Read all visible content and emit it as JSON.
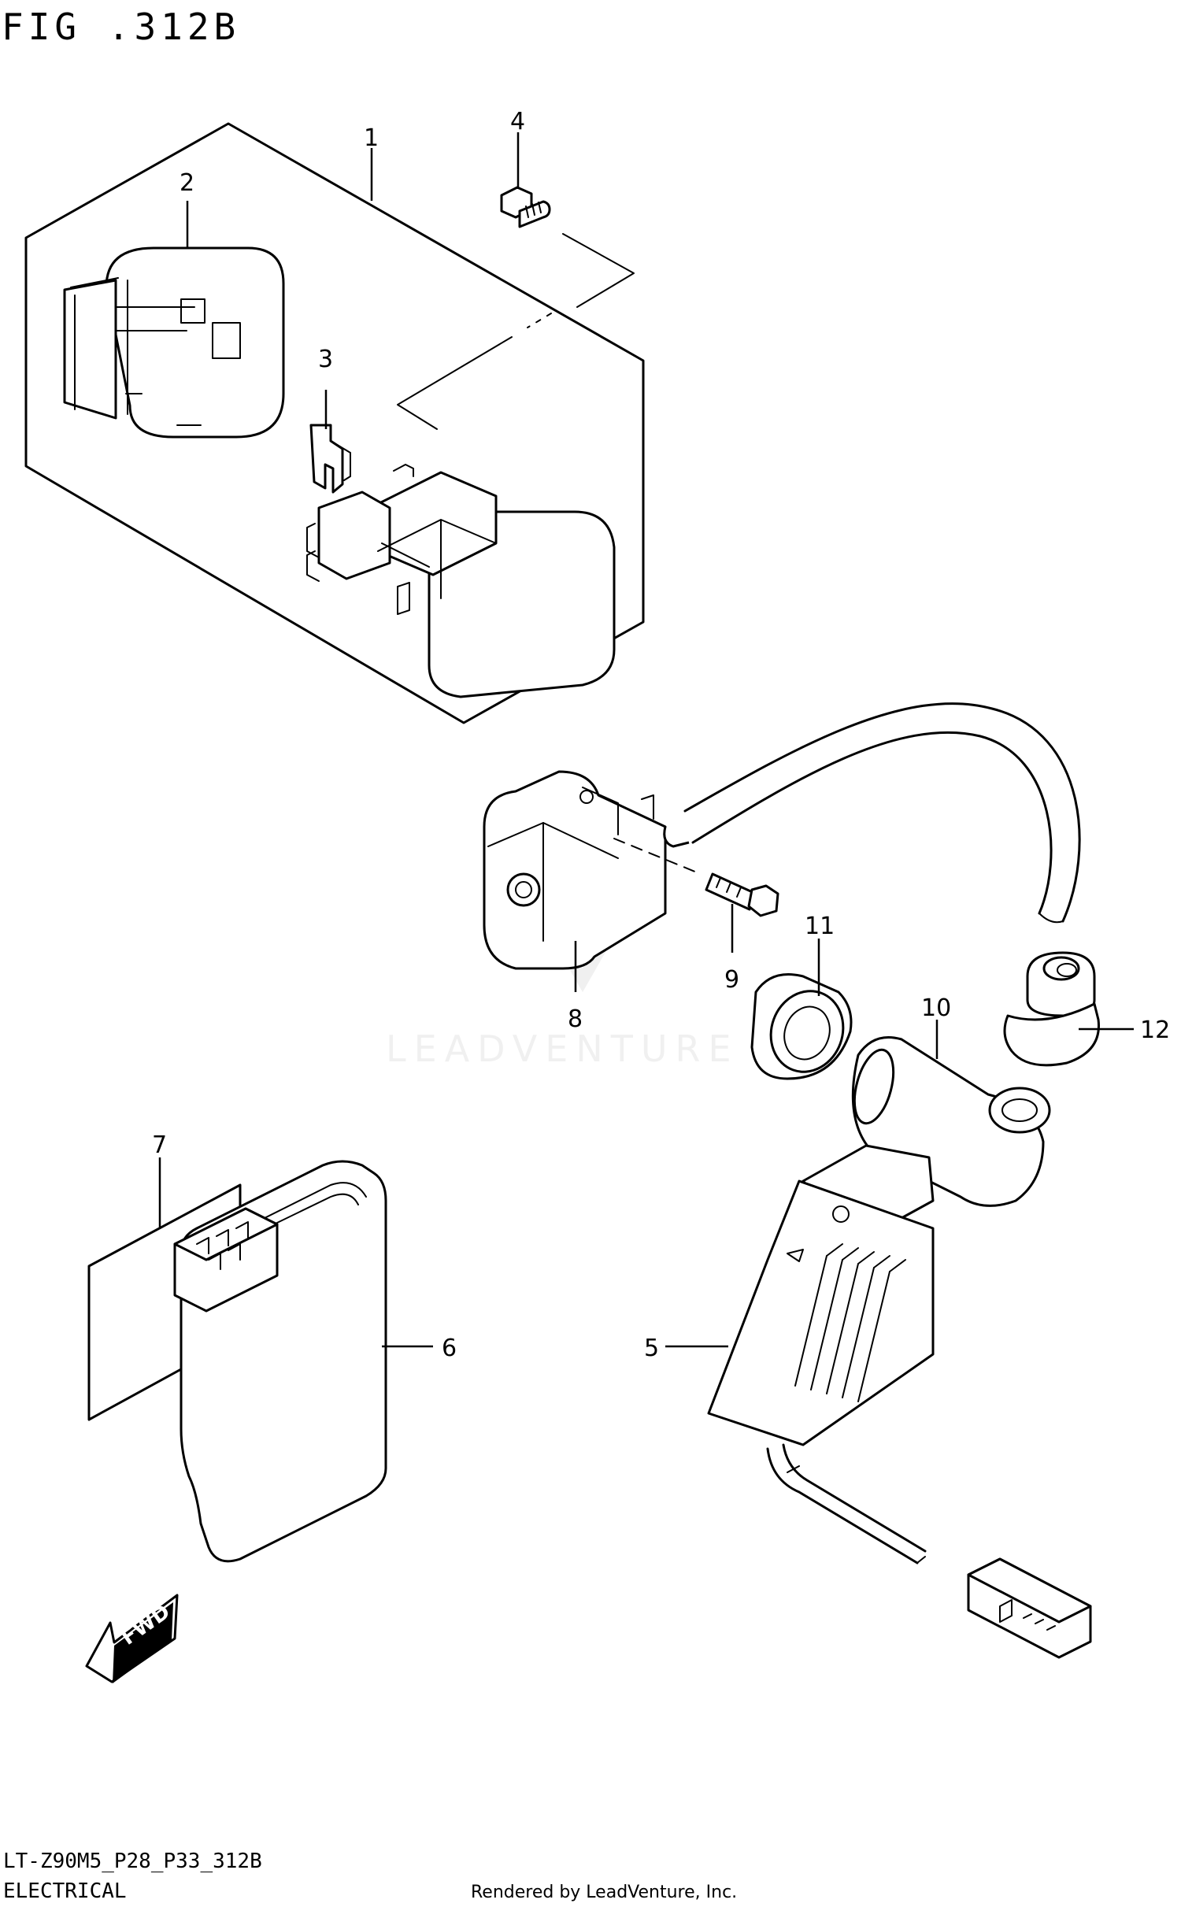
{
  "figure": {
    "title": "FIG .312B",
    "model_code": "LT-Z90M5_P28_P33_312B",
    "section_name": "ELECTRICAL",
    "credit": "Rendered by LeadVenture, Inc.",
    "watermark": "LEADVENTURE",
    "fwd_label": "FWD"
  },
  "callouts": [
    "1",
    "2",
    "3",
    "4",
    "5",
    "6",
    "7",
    "8",
    "9",
    "10",
    "11",
    "12"
  ],
  "parts": [
    {
      "name": "part-1-relay-assembly",
      "callout": "1"
    },
    {
      "name": "part-2-relay-cover",
      "callout": "2"
    },
    {
      "name": "part-3-fuse",
      "callout": "3"
    },
    {
      "name": "part-4-screw",
      "callout": "4"
    },
    {
      "name": "part-5-regulator",
      "callout": "5"
    },
    {
      "name": "part-6-cdi-unit",
      "callout": "6"
    },
    {
      "name": "part-7-cushion",
      "callout": "7"
    },
    {
      "name": "part-8-ignition-coil",
      "callout": "8"
    },
    {
      "name": "part-9-bolt",
      "callout": "9"
    },
    {
      "name": "part-10-plug-cap",
      "callout": "10"
    },
    {
      "name": "part-11-cover",
      "callout": "11"
    },
    {
      "name": "part-12-cap",
      "callout": "12"
    }
  ]
}
